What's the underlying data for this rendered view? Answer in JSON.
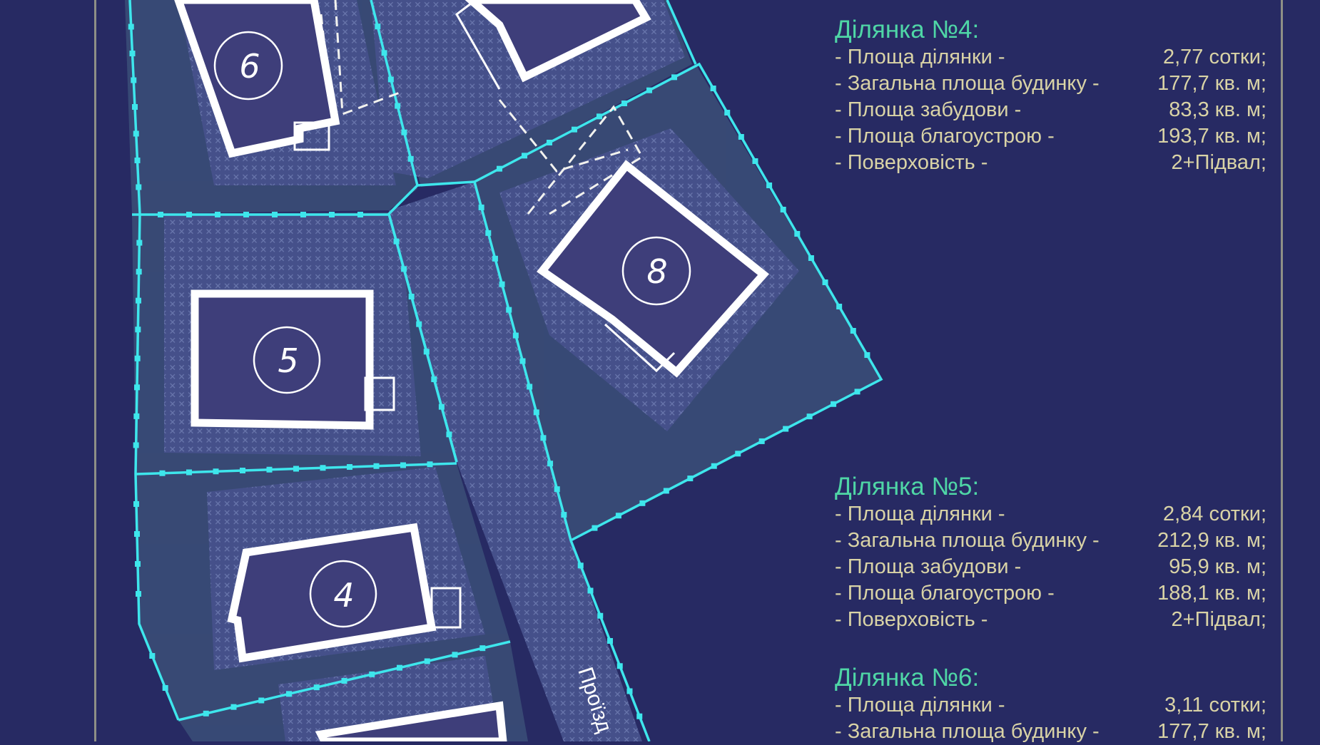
{
  "plots": [
    {
      "title": "Ділянка №4:",
      "rows": [
        {
          "label": "- Площа ділянки  -",
          "value": "2,77 сотки;"
        },
        {
          "label": "- Загальна площа будинку -",
          "value": "177,7 кв. м;"
        },
        {
          "label": "- Площа забудови -",
          "value": "83,3 кв. м;"
        },
        {
          "label": "- Площа благоустрою -",
          "value": "193,7 кв. м;"
        },
        {
          "label": "- Поверховість -",
          "value": "2+Підвал;"
        }
      ]
    },
    {
      "title": "Ділянка №5:",
      "rows": [
        {
          "label": "- Площа ділянки  -",
          "value": "2,84 сотки;"
        },
        {
          "label": "- Загальна площа будинку -",
          "value": "212,9 кв. м;"
        },
        {
          "label": "- Площа забудови -",
          "value": "95,9 кв. м;"
        },
        {
          "label": "- Площа благоустрою -",
          "value": "188,1 кв. м;"
        },
        {
          "label": "- Поверховість -",
          "value": "2+Підвал;"
        }
      ]
    },
    {
      "title": "Ділянка №6:",
      "rows": [
        {
          "label": "- Площа ділянки  -",
          "value": "3,11 сотки;"
        },
        {
          "label": "- Загальна площа будинку -",
          "value": "177,7 кв. м;"
        }
      ]
    }
  ],
  "map": {
    "house_numbers": [
      "6",
      "5",
      "4",
      "8"
    ],
    "road_label": "Проїзд"
  },
  "colors": {
    "background": "#272a63",
    "boundary": "#3ee6ec",
    "building": "#3e3e7a",
    "heading": "#4fd6a6",
    "text": "#d9d3a6"
  }
}
